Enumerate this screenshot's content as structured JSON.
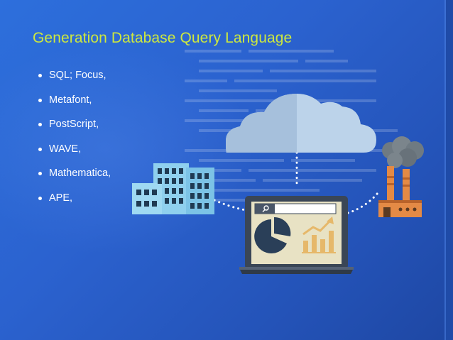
{
  "slide": {
    "title": "Generation Database Query Language",
    "bullets": [
      "SQL; Focus,",
      "Metafont,",
      "PostScript,",
      "WAVE,",
      "Mathematica,",
      "APE,"
    ]
  },
  "colors": {
    "background": "#2b62cf",
    "title": "#cde83e",
    "bullet_text": "#ffffff",
    "cloud": "#bcd3ea",
    "building": "#8fd0ee",
    "laptop_frame": "#3a4656",
    "laptop_screen": "#e8e2c4",
    "chart_accent": "#e6b86a",
    "factory": "#e48a45"
  },
  "illustration": {
    "icons": [
      "cloud-icon",
      "office-buildings-icon",
      "laptop-icon",
      "search-icon",
      "pie-chart-icon",
      "growth-chart-icon",
      "factory-icon"
    ]
  }
}
